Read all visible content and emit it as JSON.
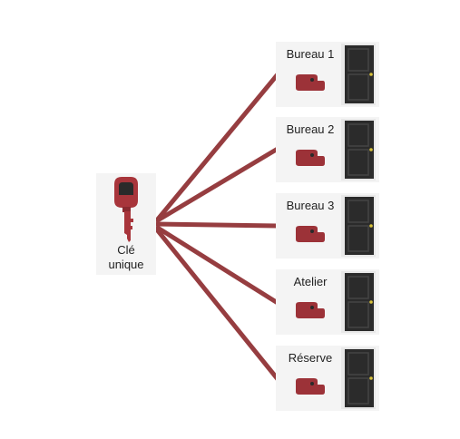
{
  "key": {
    "label_line1": "Clé",
    "label_line2": "unique",
    "icon": "key-icon"
  },
  "rooms": [
    {
      "label": "Bureau 1",
      "cylinder_icon": "lock-cylinder-icon",
      "door_icon": "door-icon"
    },
    {
      "label": "Bureau 2",
      "cylinder_icon": "lock-cylinder-icon",
      "door_icon": "door-icon"
    },
    {
      "label": "Bureau 3",
      "cylinder_icon": "lock-cylinder-icon",
      "door_icon": "door-icon"
    },
    {
      "label": "Atelier",
      "cylinder_icon": "lock-cylinder-icon",
      "door_icon": "door-icon"
    },
    {
      "label": "Réserve",
      "cylinder_icon": "lock-cylinder-icon",
      "door_icon": "door-icon"
    }
  ],
  "colors": {
    "connector": "#963d40",
    "key": "#a8353b",
    "cylinder": "#9c3238",
    "door": "#2b2b2b",
    "door_frame": "#e8e8e8",
    "door_knob": "#d8c23a",
    "card": "#f4f4f4"
  }
}
